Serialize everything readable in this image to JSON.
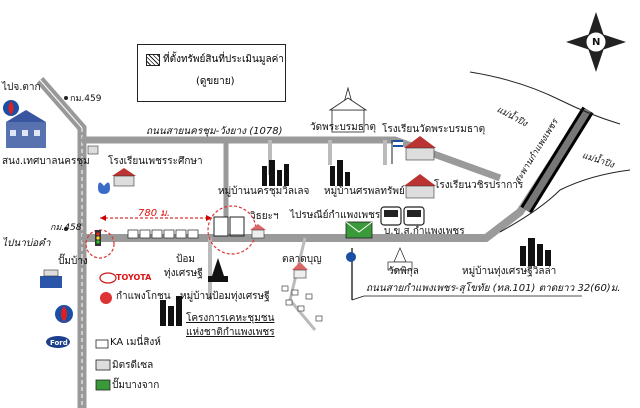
{
  "map": {
    "legend": {
      "title": "ที่ตั้งทรัพย์สินที่ประเมินมูลค่า",
      "sub": "(ดูขยาย)"
    },
    "compass": {
      "letter": "N"
    },
    "distance": "780 ม.",
    "roads": {
      "top_road": "ถนนสายนครชุม-วังยาง (1078)",
      "bottom_road": "ถนนสายกำแพงเพชร-สุโขทัย (ทล.101) ตาดยาว 32(60)ม.",
      "bridge": "สะพานกำแพงเพชร"
    },
    "river": [
      "แม่น้ำปิง",
      "แม่น้ำปิง"
    ],
    "km_top": "กม.459",
    "km_bottom": "กม.458",
    "to_tak": "ไปจ.ตาก",
    "to_bo_ngam": "ไปนาบ่อคำ",
    "landmarks": {
      "municipality": "สนง.เทศบาลนครชุม",
      "school_phet": "โรงเรียนเพชรระศึกษา",
      "wat_phra_borommathat": "วัดพระบรมธาตุ",
      "school_wat": "โรงเรียนวัดพระบรมธาตุ",
      "village_nakhonchum": "หมู่บ้านนครชุมวิลเลจ",
      "village_sap": "หมู่บ้านศรพลทรัพย์",
      "school_wachira": "โรงเรียนวชิรปราการ",
      "wittaya": "วิธยะฯ",
      "post_office": "ไปรษณีย์กำแพงเพชร",
      "bus": "บ.ข.ส.กำแพงเพชร",
      "pump_ptt": "ปั๊มบ้าง",
      "toyota": "TOYOTA",
      "toyota_dealer": "กำแพงโกชน",
      "pom": "ป้อม",
      "thung_setthi": "ทุ่งเศรษฐี",
      "village_pom": "หมู่บ้านป้อมทุ่งเศรษฐี",
      "market": "ตลาดบุญ",
      "wat_phikun": "วัดพิกุล",
      "village_setthi": "หมู่บ้านทุ่งเศรษฐีวิลล่า",
      "project": "โครงการเคหะชุมชน",
      "project2": "แห่งชาติกำแพงเพชร",
      "ford": "Ford",
      "ka": "KA เมนี่สิงห์",
      "diesel": "มิตรดีเซล",
      "pump_bang": "ปั๊มบางจาก"
    },
    "colors": {
      "road": "#9a9a9a",
      "river": "#000000",
      "red": "#e02020",
      "ptt_blue": "#1b4fa3",
      "highlight_circle": "#e04040"
    }
  }
}
